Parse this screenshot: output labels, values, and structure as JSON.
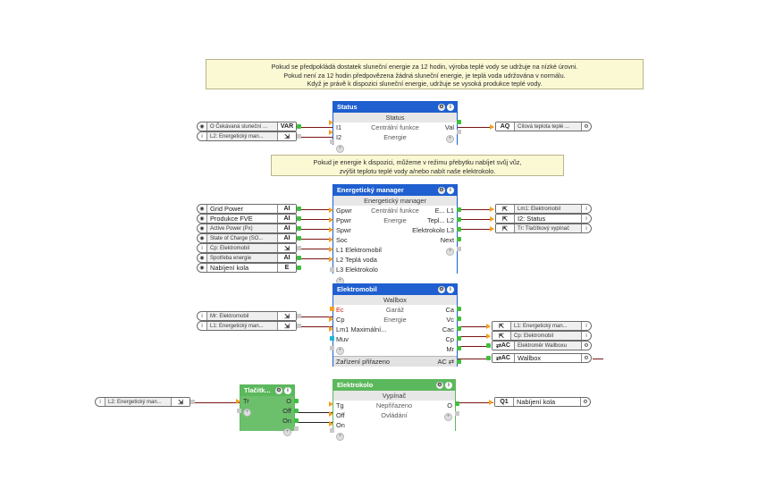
{
  "notes": [
    {
      "id": "note-top",
      "text": "Pokud se předpokládá dostatek sluneční energie za 12 hodin, výroba teplé vody se udržuje na nízké úrovni.\nPokud není za 12 hodin předpovězena žádná sluneční energie, je teplá voda udržována v normálu.\nKdyž je právě k dispozici sluneční energie, udržuje se vysoká produkce teplé vody."
    },
    {
      "id": "note-mid",
      "text": "Pokud je energie k dispozici, můžeme v režimu přebytku nabíjet svůj vůz,\nzvýšit teplotu teplé vody a/nebo nabít naše elektrokolo."
    }
  ],
  "blocks": {
    "status": {
      "title": "Status",
      "subtitle": "Status",
      "center_top": "Centrální funkce",
      "center_bottom": "Energie",
      "inputs": [
        "I1",
        "I2"
      ],
      "outputs": [
        "Val"
      ],
      "add_glyph": "+"
    },
    "energy_manager": {
      "title": "Energetický manager",
      "subtitle": "Energetický manager",
      "center_top": "Centrální funkce",
      "center_bottom": "Energie",
      "center_third": "Elektrokolo",
      "inputs": [
        "Gpwr",
        "Ppwr",
        "Spwr",
        "Soc",
        "L1 Elektromobil",
        "L2 Teplá voda",
        "L3 Elektrokolo"
      ],
      "outputs": [
        "E... L1",
        "Tepl... L2",
        "Elektrokolo L3",
        "Next"
      ],
      "add_glyph": "+"
    },
    "elektromobil": {
      "title": "Elektromobil",
      "subtitle": "Wallbox",
      "center_top": "Garáž",
      "center_bottom": "Energie",
      "inputs": [
        "Ec",
        "Cp",
        "Lm1",
        "Muv"
      ],
      "input_extra": "Maximální...",
      "outputs": [
        "Ca",
        "Vc",
        "Cac",
        "Cp",
        "Mr"
      ],
      "footer_left": "Zařízení přiřazeno",
      "footer_right": "AC",
      "add_glyph": "+"
    },
    "tlacitko": {
      "title": "Tlačítk...",
      "inputs": [
        "Tr"
      ],
      "outputs": [
        "O",
        "Off",
        "On"
      ],
      "add_glyph": "+"
    },
    "elektrokolo": {
      "title": "Elektrokolo",
      "subtitle": "Vypínač",
      "center_top": "Nepřiřazeno",
      "center_bottom": "Ovládání",
      "inputs": [
        "Tg",
        "Off",
        "On"
      ],
      "outputs": [
        "O"
      ],
      "add_glyph": "+"
    }
  },
  "terminals": {
    "status_in": [
      {
        "icon": "output-icon",
        "name": "O Čekávaná sluneční ...",
        "type": "VAR"
      },
      {
        "icon": "info-icon",
        "name": "L2: Energetický man...",
        "type": "export-icon"
      }
    ],
    "status_out": [
      {
        "code": "AQ",
        "name": "Cílová teplota teplé ...",
        "icon": "gear-icon"
      }
    ],
    "manager_in": [
      {
        "icon": "output-icon",
        "name": "Grid Power",
        "type": "AI",
        "big": true
      },
      {
        "icon": "output-icon",
        "name": "Produkce FVE",
        "type": "AI",
        "big": true
      },
      {
        "icon": "output-icon",
        "name": "Active Power (Px)",
        "type": "AI"
      },
      {
        "icon": "output-icon",
        "name": "State of Charge (SO...",
        "type": "AI"
      },
      {
        "icon": "info-icon",
        "name": "Cp: Elektromobil",
        "type": "export-icon"
      },
      {
        "icon": "output-icon",
        "name": "Spotřeba energie",
        "type": "AI"
      },
      {
        "icon": "output-icon",
        "name": "Nabíjení kola",
        "type": "E",
        "big": true
      }
    ],
    "manager_out": [
      {
        "code": "import-icon",
        "name": "Lm1: Elektromobil",
        "icon": "info-icon"
      },
      {
        "code": "import-icon",
        "name": "I2: Status",
        "icon": "info-icon",
        "big": true
      },
      {
        "code": "import-icon",
        "name": "Tr: Tlačítkový vypínač",
        "icon": "info-icon"
      }
    ],
    "elektromobil_in": [
      {
        "icon": "info-icon",
        "name": "Mr: Elektromobil",
        "type": "export-icon"
      },
      {
        "icon": "info-icon",
        "name": "L1: Energetický man...",
        "type": "export-icon"
      }
    ],
    "elektromobil_out": [
      {
        "code": "import-icon",
        "name": "L1: Energetický man...",
        "icon": "info-icon"
      },
      {
        "code": "import-icon",
        "name": "Cp: Elektromobil",
        "icon": "info-icon"
      },
      {
        "code": "AC",
        "name": "Elektroměr Wallboxu",
        "icon": "gear-icon"
      },
      {
        "code": "AC",
        "name": "Wallbox",
        "icon": "gear-icon",
        "big": true
      }
    ],
    "tlacitko_in": [
      {
        "icon": "info-icon",
        "name": "L2: Energetický man...",
        "type": "export-icon"
      }
    ],
    "elektrokolo_out": [
      {
        "code": "Q1",
        "name": "Nabíjení kola",
        "icon": "gear-icon",
        "big": true
      }
    ]
  },
  "colors": {
    "header_blue": "#1f5fd0",
    "header_green": "#5cb85c",
    "note_bg": "#fbf8d4",
    "wire": "#7a1414",
    "pin_green": "#3fbf3f",
    "pin_orange": "#f5a11e",
    "pin_cyan": "#1fb6d6"
  }
}
